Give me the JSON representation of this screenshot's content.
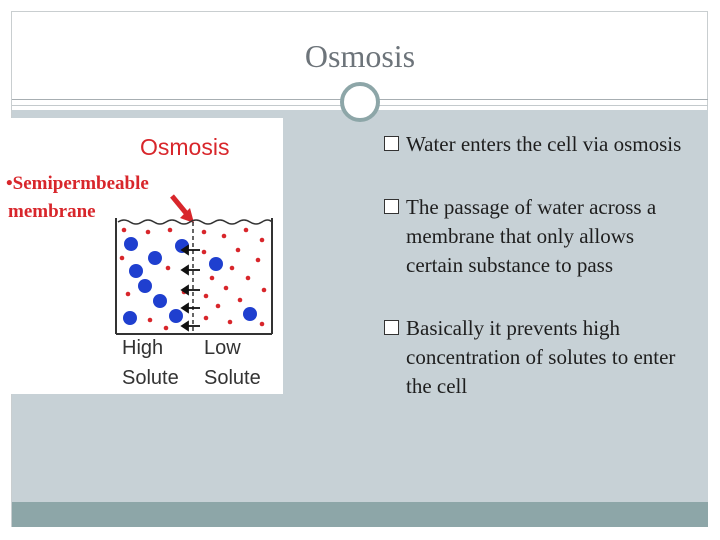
{
  "slide": {
    "title": "Osmosis"
  },
  "diagram": {
    "heading": "Osmosis",
    "label_line1": "•Semipermbeable",
    "label_line2": "membrane",
    "left_label_line1": "High",
    "left_label_line2": "Solute",
    "right_label_line1": "Low",
    "right_label_line2": "Solute"
  },
  "bullets": [
    {
      "text": "Water enters the cell via osmosis"
    },
    {
      "text": "The passage of water across a membrane that only allows certain substance to pass"
    },
    {
      "text": "Basically it prevents high concentration of solutes to enter the cell"
    }
  ],
  "colors": {
    "accent": "#8da6a8",
    "panel": "#c7d1d6",
    "title": "#6d747a",
    "heading_red": "#d8262b",
    "solute_blue": "#1f3fcf"
  }
}
